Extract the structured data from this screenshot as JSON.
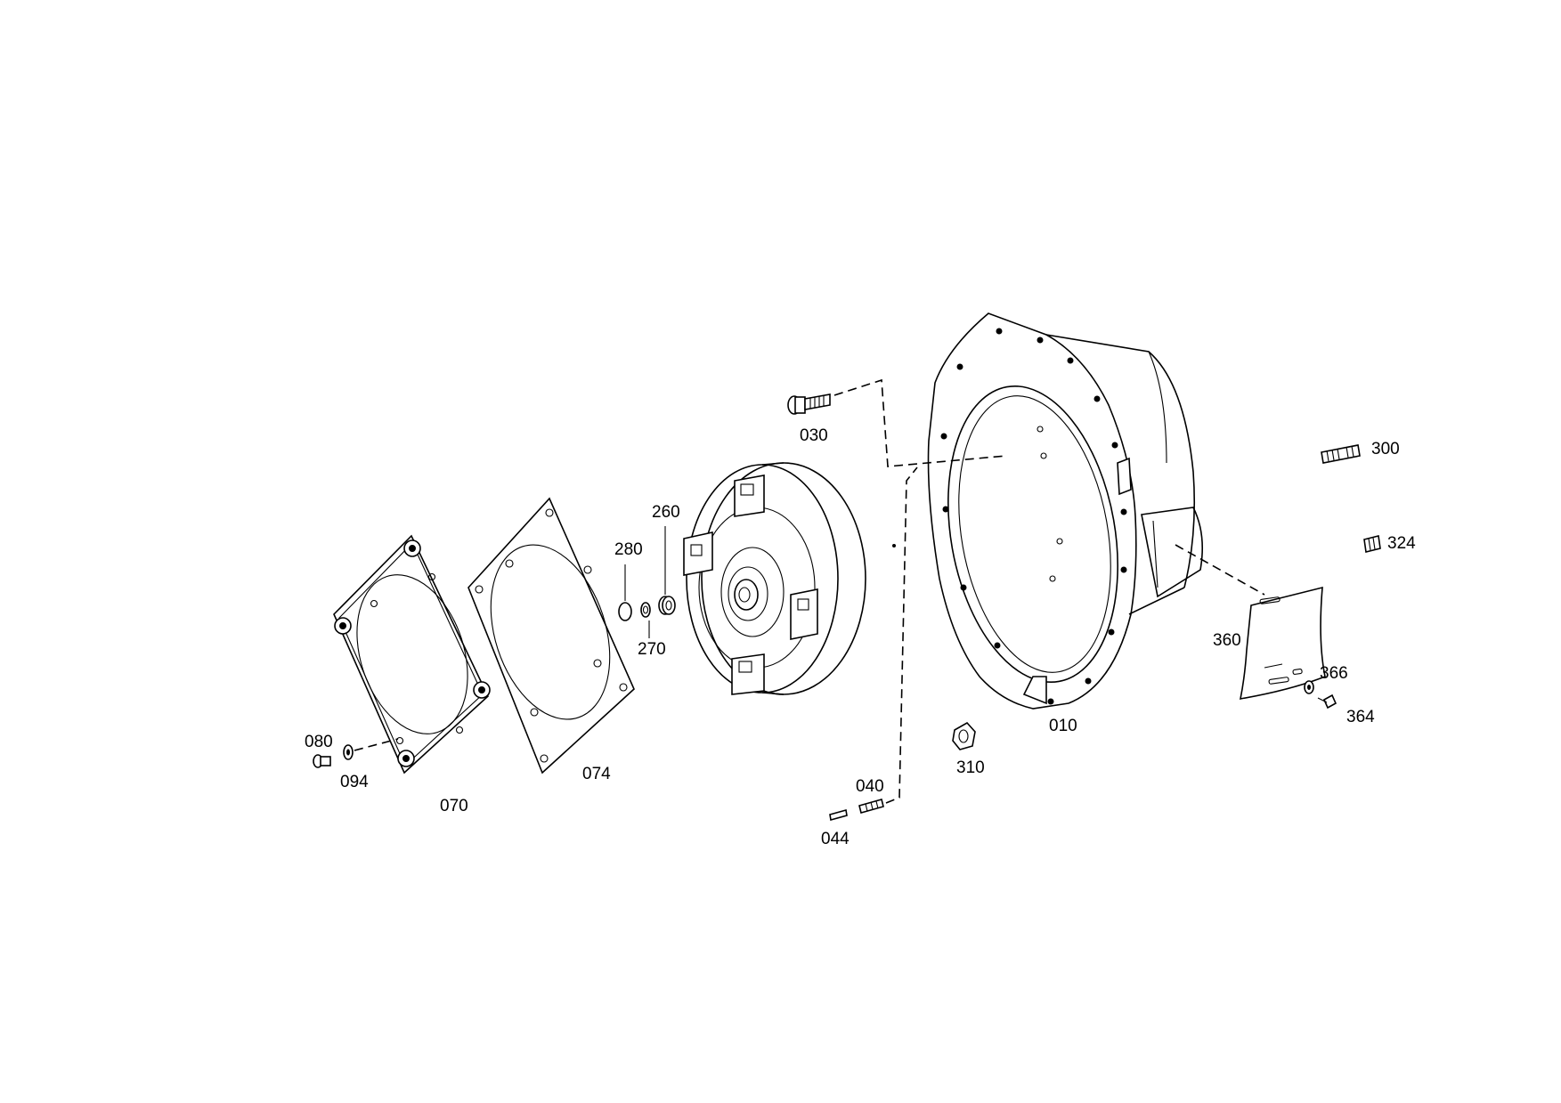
{
  "parts": [
    {
      "id": "p010",
      "label": "010"
    },
    {
      "id": "p030",
      "label": "030"
    },
    {
      "id": "p040",
      "label": "040"
    },
    {
      "id": "p044",
      "label": "044"
    },
    {
      "id": "p070",
      "label": "070"
    },
    {
      "id": "p074",
      "label": "074"
    },
    {
      "id": "p080",
      "label": "080"
    },
    {
      "id": "p094",
      "label": "094"
    },
    {
      "id": "p260",
      "label": "260"
    },
    {
      "id": "p270",
      "label": "270"
    },
    {
      "id": "p280",
      "label": "280"
    },
    {
      "id": "p300",
      "label": "300"
    },
    {
      "id": "p310",
      "label": "310"
    },
    {
      "id": "p324",
      "label": "324"
    },
    {
      "id": "p360",
      "label": "360"
    },
    {
      "id": "p364",
      "label": "364"
    },
    {
      "id": "p366",
      "label": "366"
    }
  ]
}
